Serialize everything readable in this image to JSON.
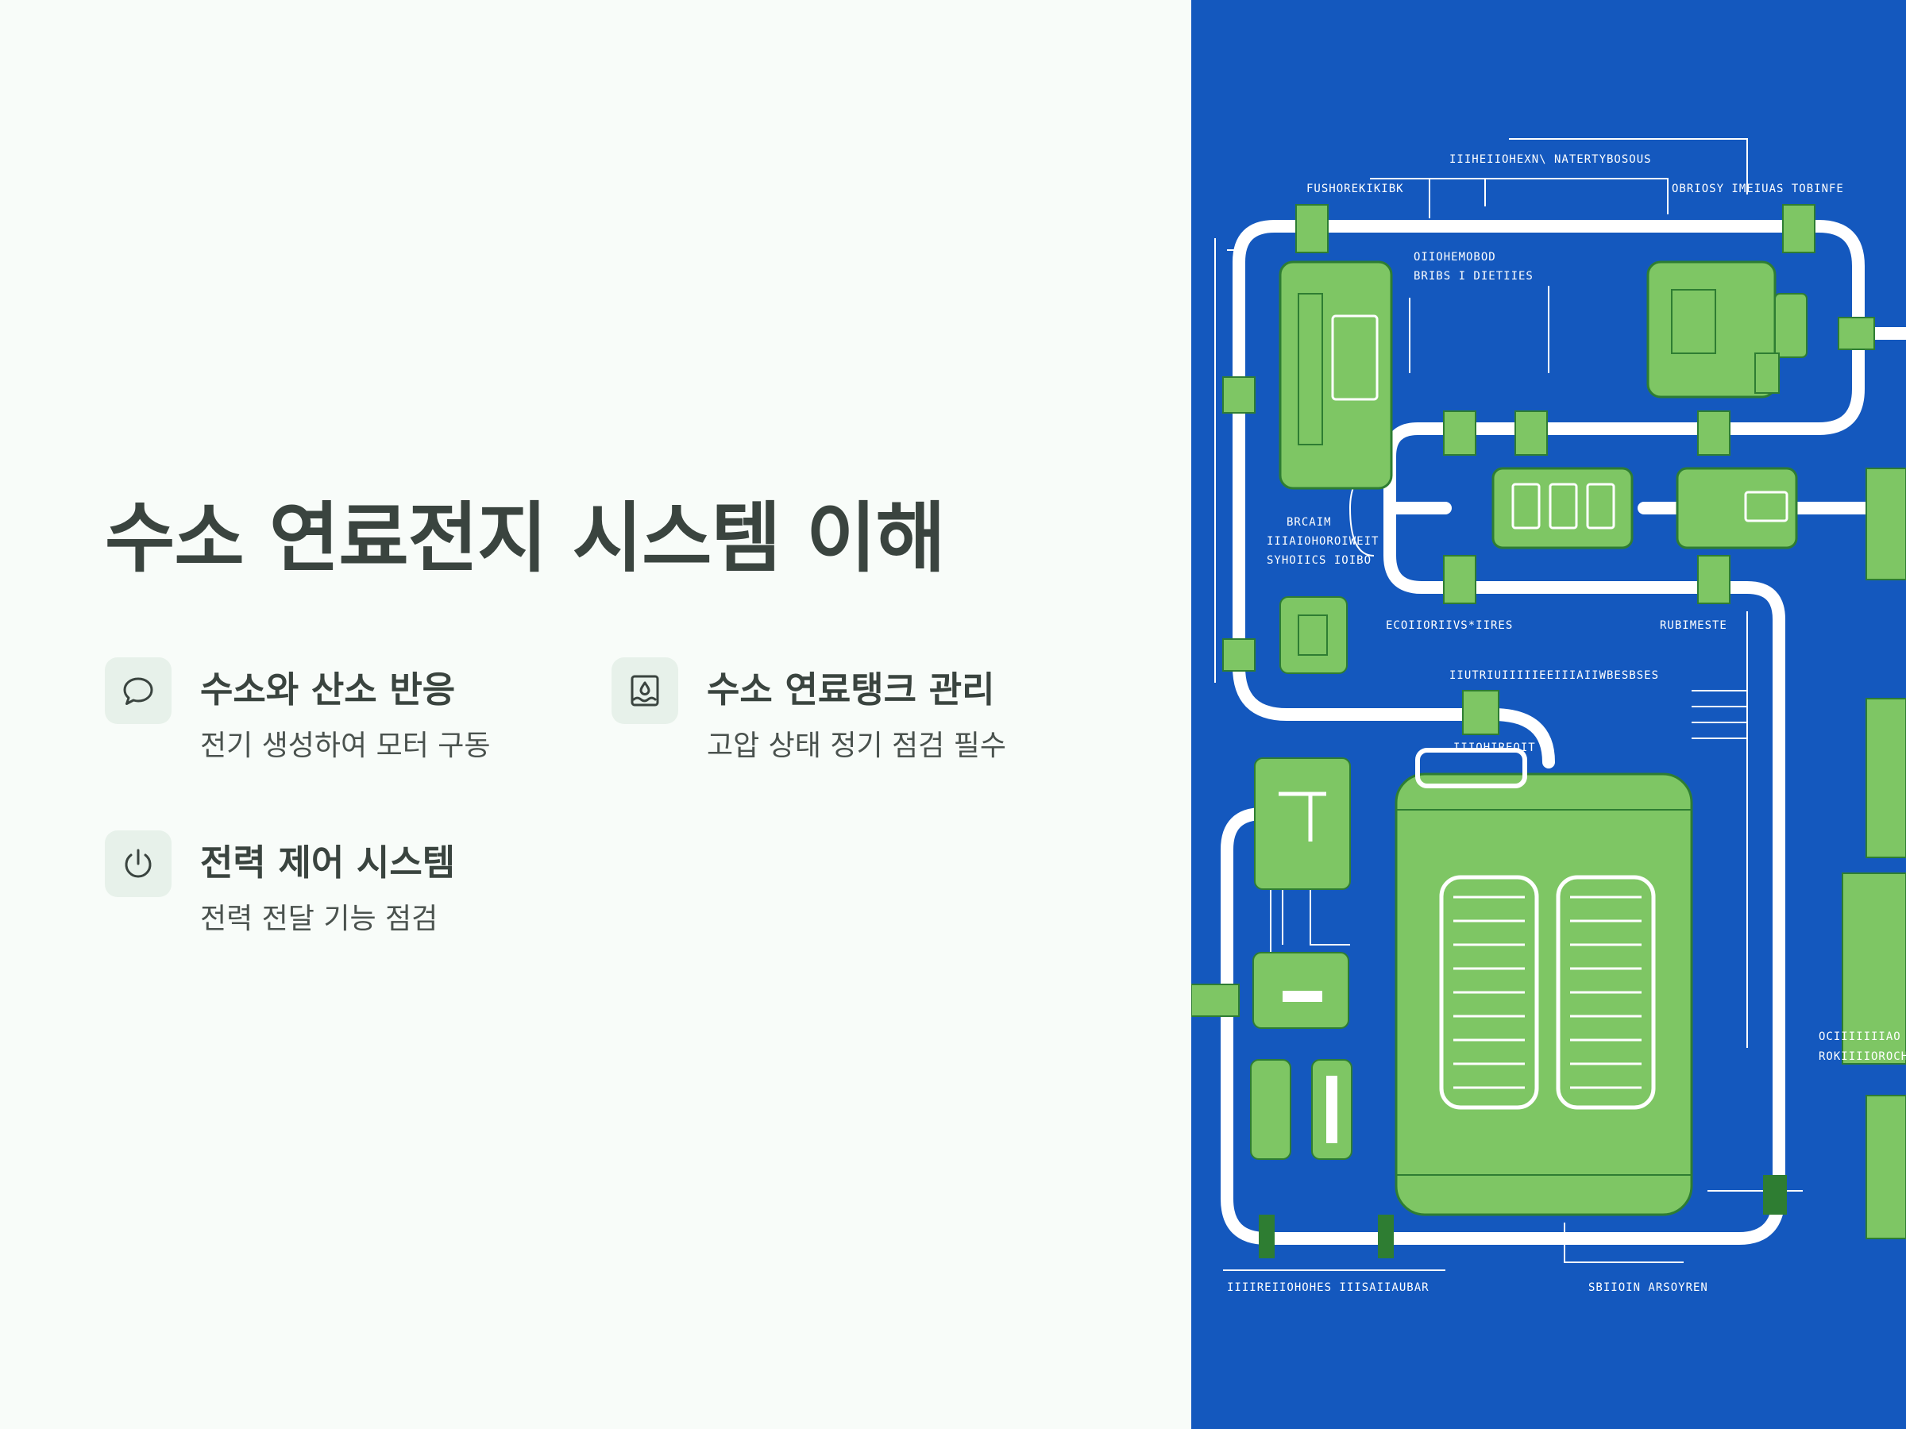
{
  "title": "수소 연료전지 시스템 이해",
  "features": [
    {
      "icon": "chat-bubble-icon",
      "title": "수소와 산소 반응",
      "desc": "전기 생성하여 모터 구동"
    },
    {
      "icon": "tank-drop-icon",
      "title": "수소 연료탱크 관리",
      "desc": "고압 상태 정기 점검 필수"
    },
    {
      "icon": "power-icon",
      "title": "전력 제어 시스템",
      "desc": "전력 전달 기능 점검"
    }
  ],
  "colors": {
    "background": "#f8fcf9",
    "title": "#3a443f",
    "icon_bg": "#e7f1ea",
    "panel_blue": "#1458be",
    "component_green": "#7ec664",
    "pipe_white": "#ffffff"
  },
  "diagram": {
    "labels": [
      "IIIHEIIOHEXN\\ NATERTYBOSOUS",
      "FUSHOREKIKIBK",
      "OBRIOSY IMEIUAS TOBINFE",
      "OIIOHEMOBOD",
      "BRIBS I DIETIIES",
      "BRCAIM",
      "IIIAIOHOROIWEIT",
      "SYHOIICS IOIBO",
      "ECOIIORIIVS*IIRES",
      "RUBIMESTE",
      "IIUTRIUIIIIIEEIIIAIIWBESBSES",
      "IIIOHIREOIT",
      "IIIIREIIOHOHES IIISAIIAUBAR",
      "SBIIOIN ARSOYREN",
      "OCIIIIIIIAO",
      "ROKIIIIOROCHE"
    ]
  }
}
